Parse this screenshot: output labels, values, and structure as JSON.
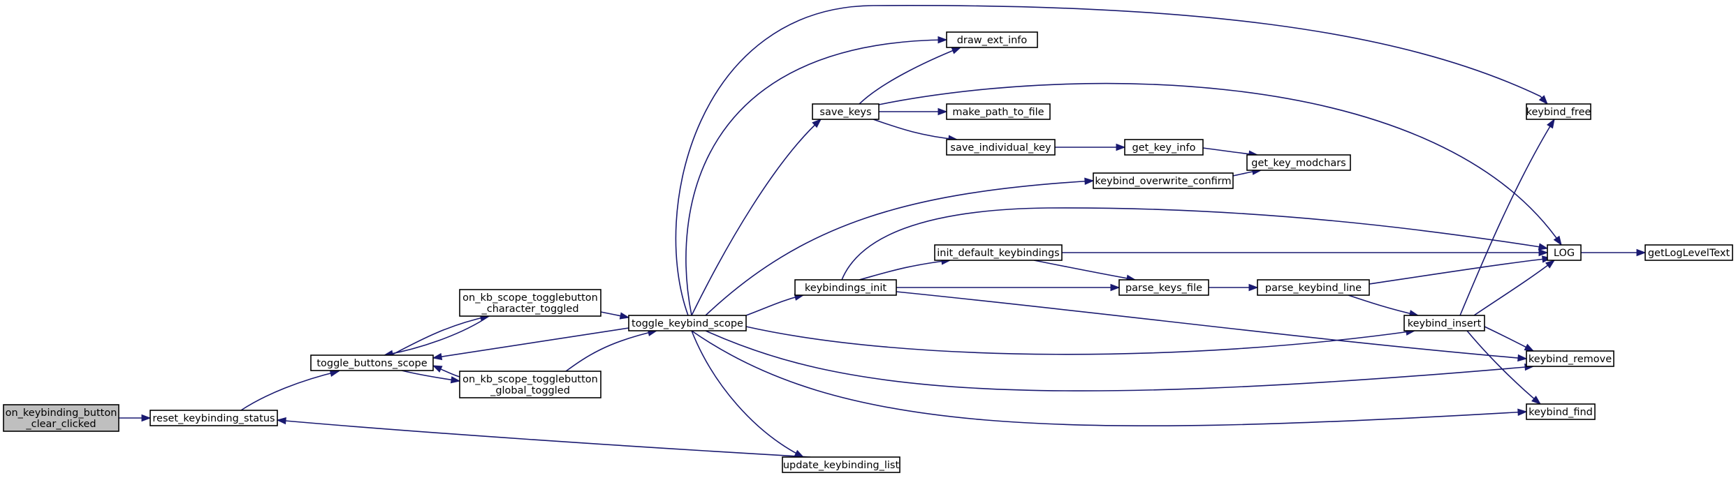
{
  "nodes": {
    "clear_clicked": {
      "lines": [
        "on_keybinding_button",
        "_clear_clicked"
      ],
      "root": true
    },
    "reset_status": {
      "lines": [
        "reset_keybinding_status"
      ]
    },
    "toggle_buttons": {
      "lines": [
        "toggle_buttons_scope"
      ]
    },
    "char_toggled": {
      "lines": [
        "on_kb_scope_togglebutton",
        "_character_toggled"
      ]
    },
    "global_toggled": {
      "lines": [
        "on_kb_scope_togglebutton",
        "_global_toggled"
      ]
    },
    "toggle_scope": {
      "lines": [
        "toggle_keybind_scope"
      ]
    },
    "save_keys": {
      "lines": [
        "save_keys"
      ]
    },
    "draw_ext_info": {
      "lines": [
        "draw_ext_info"
      ]
    },
    "make_path": {
      "lines": [
        "make_path_to_file"
      ]
    },
    "save_individual": {
      "lines": [
        "save_individual_key"
      ]
    },
    "get_key_info": {
      "lines": [
        "get_key_info"
      ]
    },
    "get_key_modchars": {
      "lines": [
        "get_key_modchars"
      ]
    },
    "overwrite_confirm": {
      "lines": [
        "keybind_overwrite_confirm"
      ]
    },
    "keybindings_init": {
      "lines": [
        "keybindings_init"
      ]
    },
    "init_default": {
      "lines": [
        "init_default_keybindings"
      ]
    },
    "parse_keys_file": {
      "lines": [
        "parse_keys_file"
      ]
    },
    "parse_keybind_line": {
      "lines": [
        "parse_keybind_line"
      ]
    },
    "keybind_insert": {
      "lines": [
        "keybind_insert"
      ]
    },
    "keybind_remove": {
      "lines": [
        "keybind_remove"
      ]
    },
    "keybind_find": {
      "lines": [
        "keybind_find"
      ]
    },
    "keybind_free": {
      "lines": [
        "keybind_free"
      ]
    },
    "log": {
      "lines": [
        "LOG"
      ]
    },
    "get_log_level": {
      "lines": [
        "getLogLevelText"
      ]
    },
    "update_list": {
      "lines": [
        "update_keybinding_list"
      ]
    }
  },
  "edges": [
    [
      "clear_clicked",
      "reset_status"
    ],
    [
      "reset_status",
      "toggle_buttons"
    ],
    [
      "toggle_buttons",
      "char_toggled"
    ],
    [
      "char_toggled",
      "toggle_buttons"
    ],
    [
      "toggle_buttons",
      "global_toggled"
    ],
    [
      "global_toggled",
      "toggle_buttons"
    ],
    [
      "char_toggled",
      "toggle_scope"
    ],
    [
      "global_toggled",
      "toggle_scope"
    ],
    [
      "toggle_scope",
      "toggle_buttons"
    ],
    [
      "toggle_scope",
      "draw_ext_info"
    ],
    [
      "toggle_scope",
      "keybind_free"
    ],
    [
      "toggle_scope",
      "save_keys"
    ],
    [
      "toggle_scope",
      "overwrite_confirm"
    ],
    [
      "toggle_scope",
      "keybindings_init"
    ],
    [
      "toggle_scope",
      "keybind_insert"
    ],
    [
      "toggle_scope",
      "keybind_remove"
    ],
    [
      "toggle_scope",
      "keybind_find"
    ],
    [
      "toggle_scope",
      "update_list"
    ],
    [
      "update_list",
      "reset_status"
    ],
    [
      "save_keys",
      "draw_ext_info"
    ],
    [
      "save_keys",
      "make_path"
    ],
    [
      "save_keys",
      "save_individual"
    ],
    [
      "save_keys",
      "log"
    ],
    [
      "save_individual",
      "get_key_info"
    ],
    [
      "get_key_info",
      "get_key_modchars"
    ],
    [
      "overwrite_confirm",
      "get_key_modchars"
    ],
    [
      "keybindings_init",
      "init_default"
    ],
    [
      "keybindings_init",
      "parse_keys_file"
    ],
    [
      "keybindings_init",
      "log"
    ],
    [
      "keybindings_init",
      "keybind_remove"
    ],
    [
      "init_default",
      "parse_keys_file"
    ],
    [
      "init_default",
      "log"
    ],
    [
      "parse_keys_file",
      "parse_keybind_line"
    ],
    [
      "parse_keybind_line",
      "log"
    ],
    [
      "parse_keybind_line",
      "keybind_insert"
    ],
    [
      "keybind_insert",
      "keybind_free"
    ],
    [
      "keybind_insert",
      "log"
    ],
    [
      "keybind_insert",
      "keybind_remove"
    ],
    [
      "keybind_insert",
      "keybind_find"
    ],
    [
      "log",
      "get_log_level"
    ]
  ]
}
